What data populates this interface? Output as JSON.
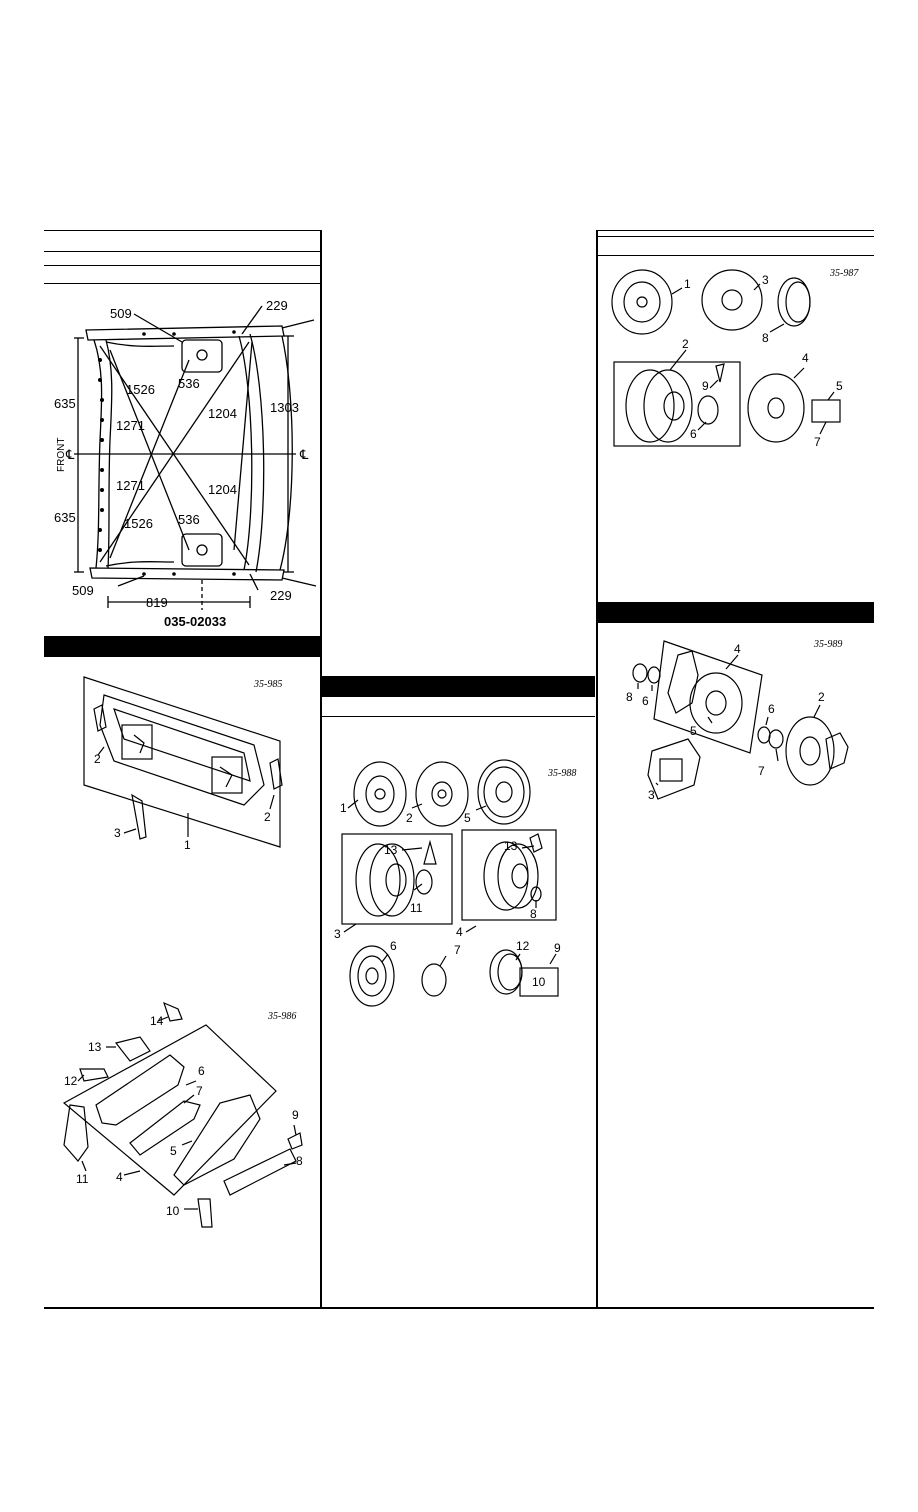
{
  "frame_diagram": {
    "dimensions": {
      "top_left": "509",
      "top_right": "229",
      "bottom_left": "509",
      "bottom_right": "229",
      "upper_half_height": "635",
      "lower_half_height": "635",
      "diag_upper_left": "1526",
      "diag_lower_left": "1526",
      "inner_upper_left": "1271",
      "inner_lower_left": "1271",
      "inner_upper_right": "1204",
      "inner_lower_right": "1204",
      "top_center": "536",
      "bottom_center": "536",
      "overall_height": "1303",
      "bottom_width": "819"
    },
    "front_label": "FRONT",
    "centerline_left": "℄",
    "centerline_right": "℄",
    "figure_code": "035-02033"
  },
  "radiator_support": {
    "ref": "35-985",
    "callouts": [
      "2",
      "2",
      "3",
      "1"
    ]
  },
  "front_apron": {
    "ref": "35-986",
    "callouts": [
      "14",
      "13",
      "12",
      "6",
      "7",
      "5",
      "9",
      "8",
      "4",
      "11",
      "10"
    ]
  },
  "wheels_set_a": {
    "ref": "35-988",
    "callouts": [
      "1",
      "2",
      "5",
      "13",
      "11",
      "3",
      "13",
      "8",
      "4",
      "6",
      "7",
      "12",
      "9",
      "10"
    ]
  },
  "wheels_set_b": {
    "ref": "35-987",
    "callouts": [
      "1",
      "3",
      "8",
      "2",
      "9",
      "6",
      "4",
      "5",
      "7"
    ]
  },
  "front_hub": {
    "ref": "35-989",
    "callouts": [
      "4",
      "8",
      "6",
      "5",
      "2",
      "6",
      "7",
      "3"
    ]
  }
}
